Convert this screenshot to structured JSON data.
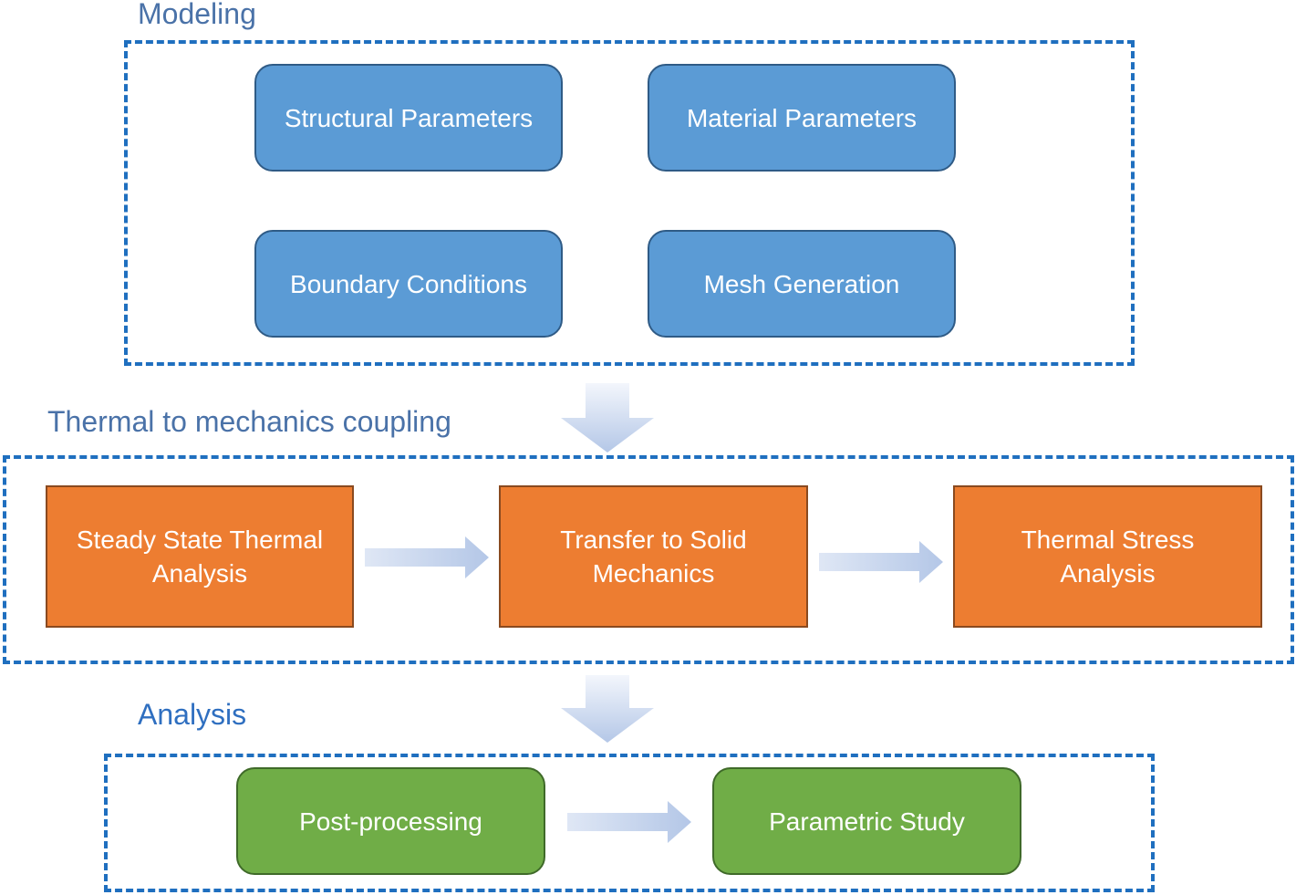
{
  "colors": {
    "label_modeling": "#4a72a8",
    "label_coupling": "#4a72a8",
    "label_analysis": "#2f6fc0",
    "dashed_border": "#1f6fbf",
    "modeling_box": "#5b9bd5",
    "coupling_box": "#ed7d31",
    "analysis_box": "#70ad47",
    "arrow_fill_start": "#f3f6fc",
    "arrow_fill_end": "#b4c7e7"
  },
  "sections": {
    "modeling": {
      "label": "Modeling",
      "boxes": [
        "Structural Parameters",
        "Material Parameters",
        "Boundary Conditions",
        "Mesh Generation"
      ]
    },
    "coupling": {
      "label": "Thermal to mechanics coupling",
      "boxes": [
        "Steady State Thermal\nAnalysis",
        "Transfer to Solid\nMechanics",
        "Thermal Stress\nAnalysis"
      ]
    },
    "analysis": {
      "label": "Analysis",
      "boxes": [
        "Post-processing",
        "Parametric Study"
      ]
    }
  }
}
